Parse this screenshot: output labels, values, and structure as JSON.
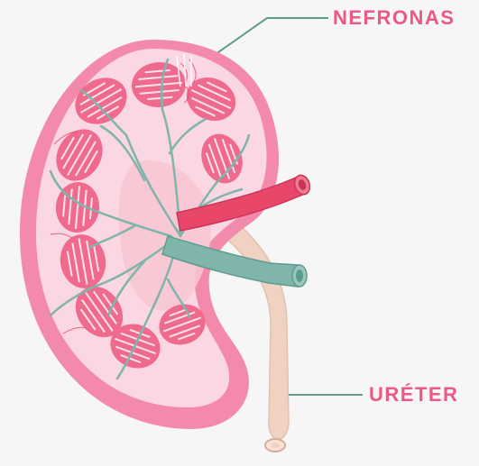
{
  "labels": {
    "nefronas": "NEFRONAS",
    "ureter": "URÉTER"
  },
  "colors": {
    "background": "#f6f6f6",
    "label_text": "#ea5a84",
    "leader_line": "#5e9b8e",
    "capsule_outer": "#f38aac",
    "cortex": "#fbd6e3",
    "pyramid": "#ef6a8d",
    "pyramid_stripe": "#fde3ea",
    "vessel_teal": "#7fb5aa",
    "artery_red": "#e8476a",
    "ureter_beige": "#efd2c2"
  },
  "icons": [
    "kidney-cross-section-illustration"
  ]
}
